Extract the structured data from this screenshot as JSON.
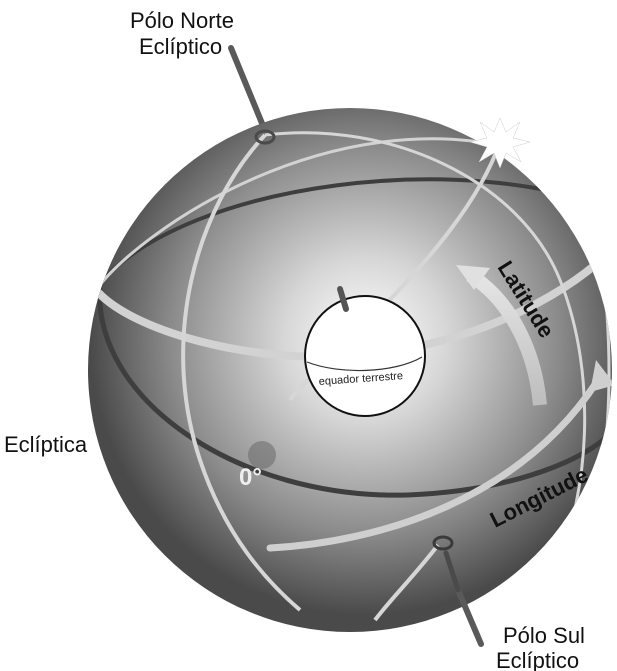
{
  "labels": {
    "north_pole_line1": "Pólo Norte",
    "north_pole_line2": "Eclíptico",
    "south_pole_line1": "Pólo Sul",
    "south_pole_line2": "Eclíptico",
    "ecliptic": "Eclíptica",
    "latitude": "Latitude",
    "longitude": "Longitude",
    "equator": "equador terrestre",
    "zero": "0°"
  },
  "colors": {
    "sphere_center": "#ffffff",
    "sphere_mid": "#b4b4b4",
    "sphere_edge": "#4a4a4a",
    "circle_light": "#d9d9d9",
    "circle_dark": "#3c3c3c",
    "pole_axis": "#5a5a5a",
    "arrow_light": "#cfcfcf",
    "star": "#ffffff"
  }
}
